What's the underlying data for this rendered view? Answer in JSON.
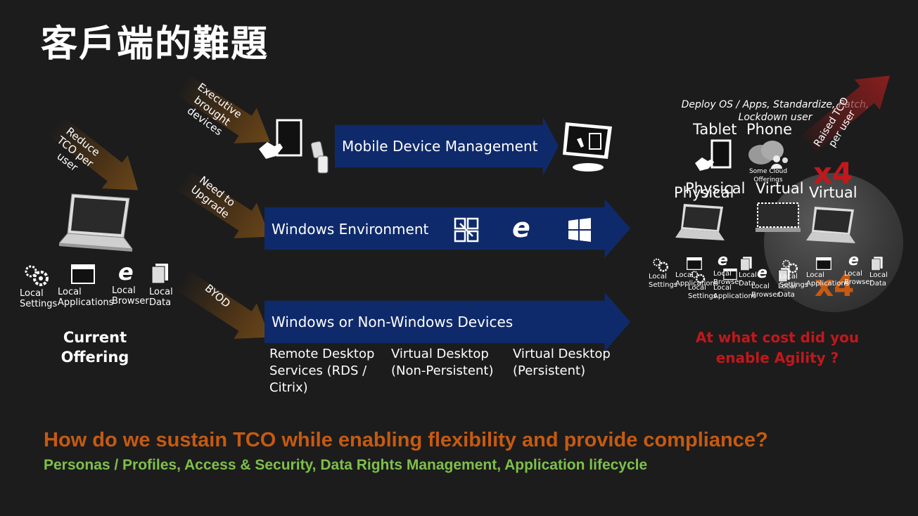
{
  "title": "客戶端的難題",
  "left": {
    "reduce_arrow": "Reduce TCO per user",
    "components": [
      {
        "label": "Local Settings",
        "icon": "gear-icon"
      },
      {
        "label": "Local Applications",
        "icon": "window-icon"
      },
      {
        "label": "Local Browser",
        "icon": "ie-icon"
      },
      {
        "label": "Local Data",
        "icon": "files-icon"
      }
    ],
    "offering": "Current Offering"
  },
  "drivers": {
    "executive": "Executive brought devices",
    "upgrade": "Need to Upgrade",
    "byod": "BYOD"
  },
  "bands": {
    "mdm": "Mobile Device Management",
    "windows_env": "Windows Environment",
    "non_windows": "Windows or Non-Windows Devices"
  },
  "delivery": {
    "rds": "Remote Desktop Services (RDS / Citrix)",
    "vd_np": "Virtual Desktop (Non-Persistent)",
    "vd_p": "Virtual Desktop (Persistent)"
  },
  "right": {
    "deploy": "Deploy OS / Apps, Standardize, Patch, Lockdown user",
    "tablet": "Tablet",
    "phone": "Phone",
    "cloud": "Some Cloud Offerings",
    "physical_a": "Physical",
    "physical_b": "Physical",
    "virtual_a": "Virtual",
    "virtual_b": "Virtual",
    "raised": "Raised TCO per user",
    "x4_top": "x4",
    "x4_bottom": "x4",
    "cost_question": "At what cost did you enable Agility ?",
    "mini": {
      "settings": "Local Settings",
      "apps": "Local Applications",
      "browser": "Local Browser",
      "data": "Local Data"
    }
  },
  "footer": {
    "question": "How do we sustain TCO while enabling flexibility and provide compliance?",
    "topics": "Personas / Profiles, Access & Security, Data Rights Management, Application lifecycle"
  },
  "colors": {
    "background": "#1c1c1c",
    "band": "#0f2a6b",
    "orange": "#c65a10",
    "green": "#7ec04a",
    "red": "#c0181c"
  }
}
